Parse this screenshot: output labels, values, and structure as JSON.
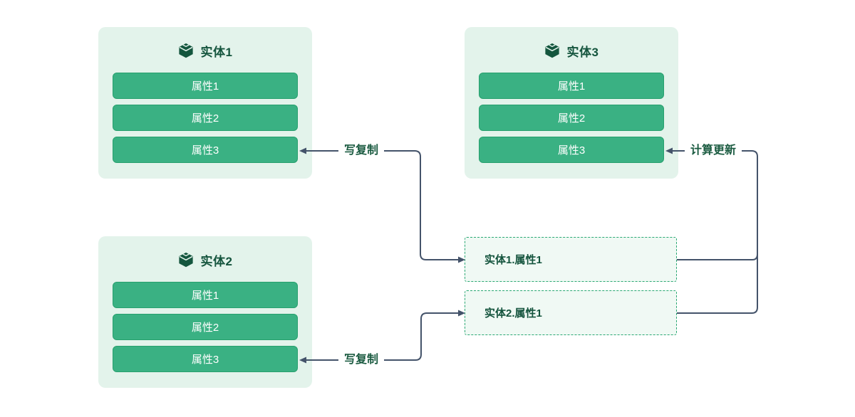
{
  "diagram": {
    "entities": [
      {
        "title": "实体1",
        "attributes": [
          "属性1",
          "属性2",
          "属性3"
        ]
      },
      {
        "title": "实体2",
        "attributes": [
          "属性1",
          "属性2",
          "属性3"
        ]
      },
      {
        "title": "实体3",
        "attributes": [
          "属性1",
          "属性2",
          "属性3"
        ]
      }
    ],
    "dependency_nodes": [
      {
        "label": "实体1.属性1"
      },
      {
        "label": "实体2.属性1"
      }
    ],
    "edges": [
      {
        "label": "写复制",
        "between": [
          "实体1.属性3",
          "实体1.属性1"
        ],
        "arrowheads": "both"
      },
      {
        "label": "写复制",
        "between": [
          "实体2.属性3",
          "实体2.属性1"
        ],
        "arrowheads": "both"
      },
      {
        "label": "计算更新",
        "from": [
          "实体1.属性1",
          "实体2.属性1"
        ],
        "to": "实体3.属性3",
        "arrowheads": "single"
      }
    ],
    "colors": {
      "card_bg": "#e3f3eb",
      "attribute_fill": "#3ab183",
      "attribute_border": "#27a06e",
      "attribute_text": "#ffffff",
      "entity_title_text": "#14543d",
      "cube_icon": "#14563e",
      "dashed_node_bg": "#f0f9f4",
      "dashed_node_border": "#2aa873",
      "dashed_node_text": "#14543d",
      "connector_line": "#44536a",
      "edge_label_text": "#1b5b41"
    }
  }
}
